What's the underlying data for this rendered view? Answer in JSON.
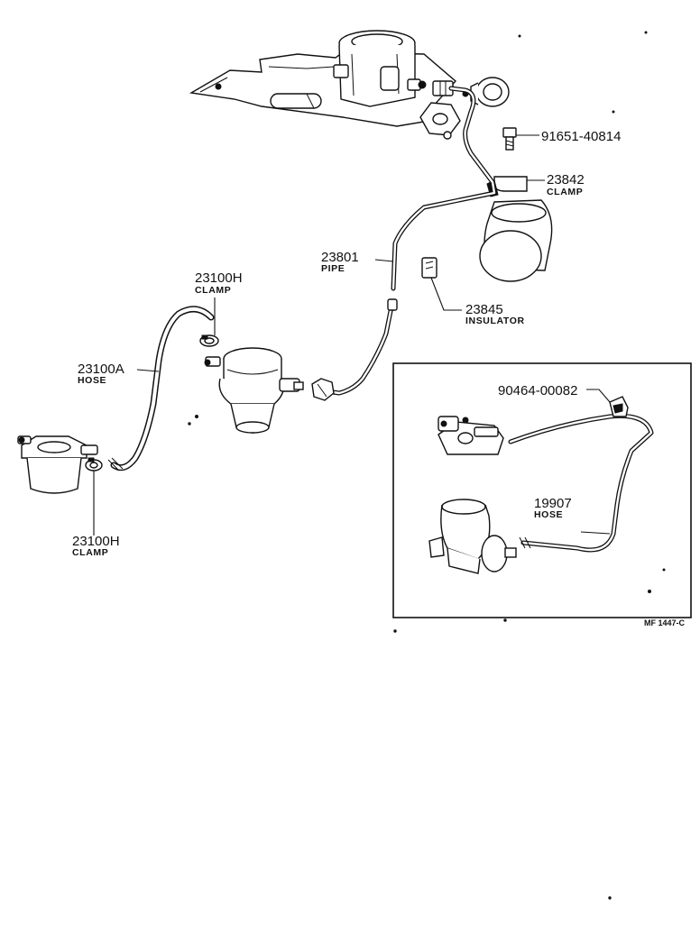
{
  "diagram": {
    "callouts": [
      {
        "part_no": "91651-40814",
        "name": ""
      },
      {
        "part_no": "23842",
        "name": "CLAMP"
      },
      {
        "part_no": "23801",
        "name": "PIPE"
      },
      {
        "part_no": "23845",
        "name": "INSULATOR"
      },
      {
        "part_no": "23100H",
        "name": "CLAMP"
      },
      {
        "part_no": "23100A",
        "name": "HOSE"
      },
      {
        "part_no": "23100H",
        "name": "CLAMP"
      }
    ],
    "inset": {
      "callouts": [
        {
          "part_no": "90464-00082",
          "name": ""
        },
        {
          "part_no": "19907",
          "name": "HOSE"
        }
      ]
    },
    "reference": "MF 1447-C"
  }
}
